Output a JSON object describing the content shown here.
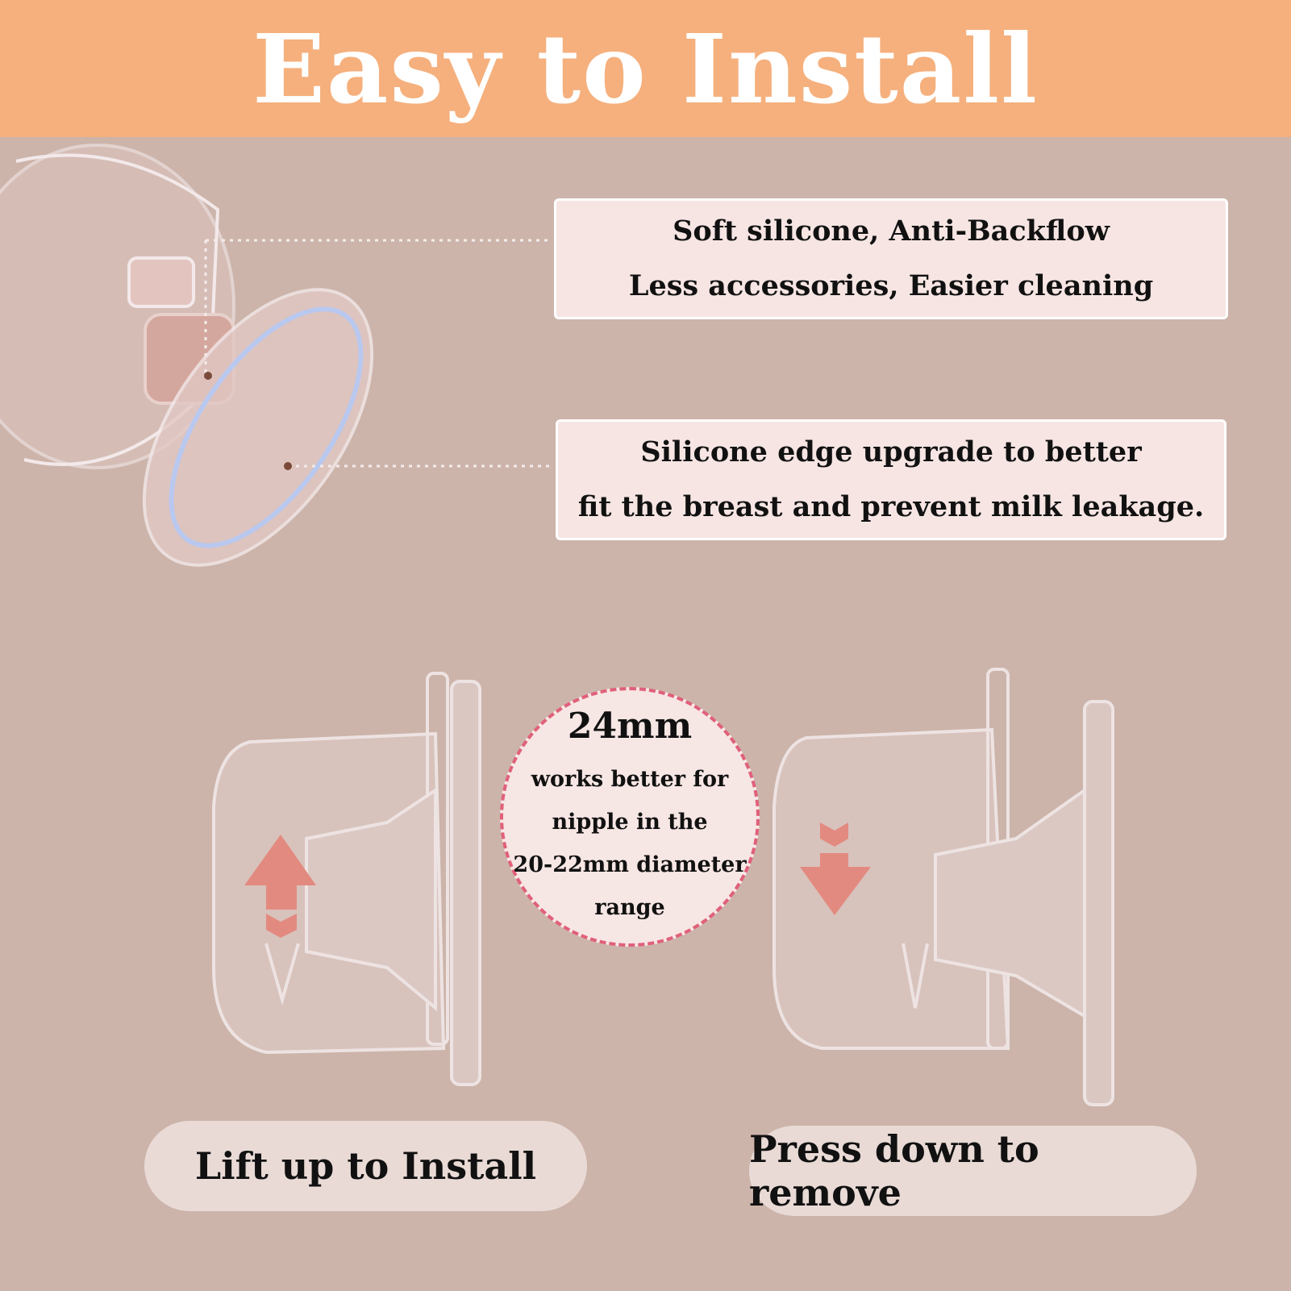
{
  "header": {
    "title": "Easy to Install"
  },
  "feature_boxes": [
    {
      "lines": [
        "Soft silicone,  Anti-Backflow",
        "Less accessories, Easier cleaning"
      ]
    },
    {
      "lines": [
        "Silicone edge upgrade to better",
        "fit the breast and prevent milk leakage."
      ]
    }
  ],
  "size_badge": {
    "size": "24mm",
    "lines": [
      "works better for",
      "nipple in the",
      "20-22mm diameter",
      "range"
    ],
    "border_color": "#e0607a"
  },
  "steps": [
    {
      "label": "Lift up to Install"
    },
    {
      "label": "Press down to remove"
    }
  ],
  "colors": {
    "header": "#f5b07d",
    "background": "#ccb4aa",
    "arrow": "#e38a80"
  }
}
